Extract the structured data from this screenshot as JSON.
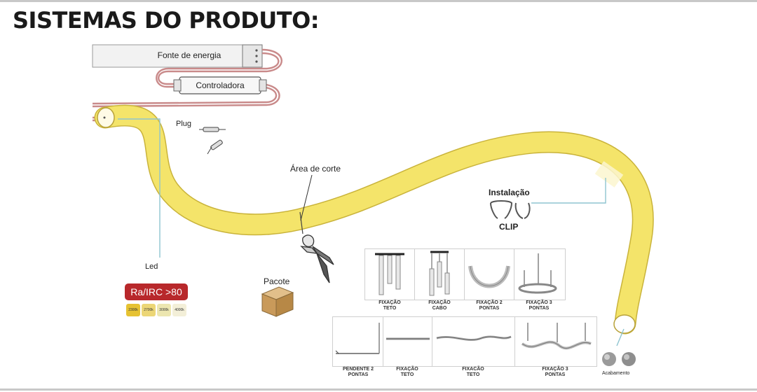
{
  "title": "SISTEMAS DO PRODUTO:",
  "labels": {
    "power_supply": "Fonte de energia",
    "controller": "Controladora",
    "plug": "Plug",
    "cut_area": "Área de corte",
    "led": "Led",
    "package": "Pacote",
    "installation": "Instalação",
    "clip": "CLIP",
    "finish": "Acabamento"
  },
  "cri_badge": "Ra/IRC >80",
  "color_temps": [
    {
      "label": "2300k",
      "color": "#e6c232"
    },
    {
      "label": "2700k",
      "color": "#ecd676"
    },
    {
      "label": "3000k",
      "color": "#ece6b0"
    },
    {
      "label": "4000k",
      "color": "#f3efd8"
    }
  ],
  "fixings_top": [
    {
      "line1": "FIXAÇÃO",
      "line2": "TETO"
    },
    {
      "line1": "FIXAÇÃO",
      "line2": "CABO"
    },
    {
      "line1": "FIXAÇÃO 2",
      "line2": "PONTAS"
    },
    {
      "line1": "FIXAÇÃO 3",
      "line2": "PONTAS"
    }
  ],
  "fixings_bottom": [
    {
      "line1": "PENDENTE 2",
      "line2": "PONTAS"
    },
    {
      "line1": "FIXAÇÃO",
      "line2": "TETO"
    },
    {
      "line1": "FIXACÃO",
      "line2": "TETO"
    },
    {
      "line1": "FIXAÇÃO 3",
      "line2": "PONTAS"
    }
  ],
  "colors": {
    "led_tube": "#f4e46a",
    "led_edge": "#c9b33a",
    "cable": "#c98a8a",
    "pointer": "#8ec4d0",
    "badge": "#b8282b"
  }
}
